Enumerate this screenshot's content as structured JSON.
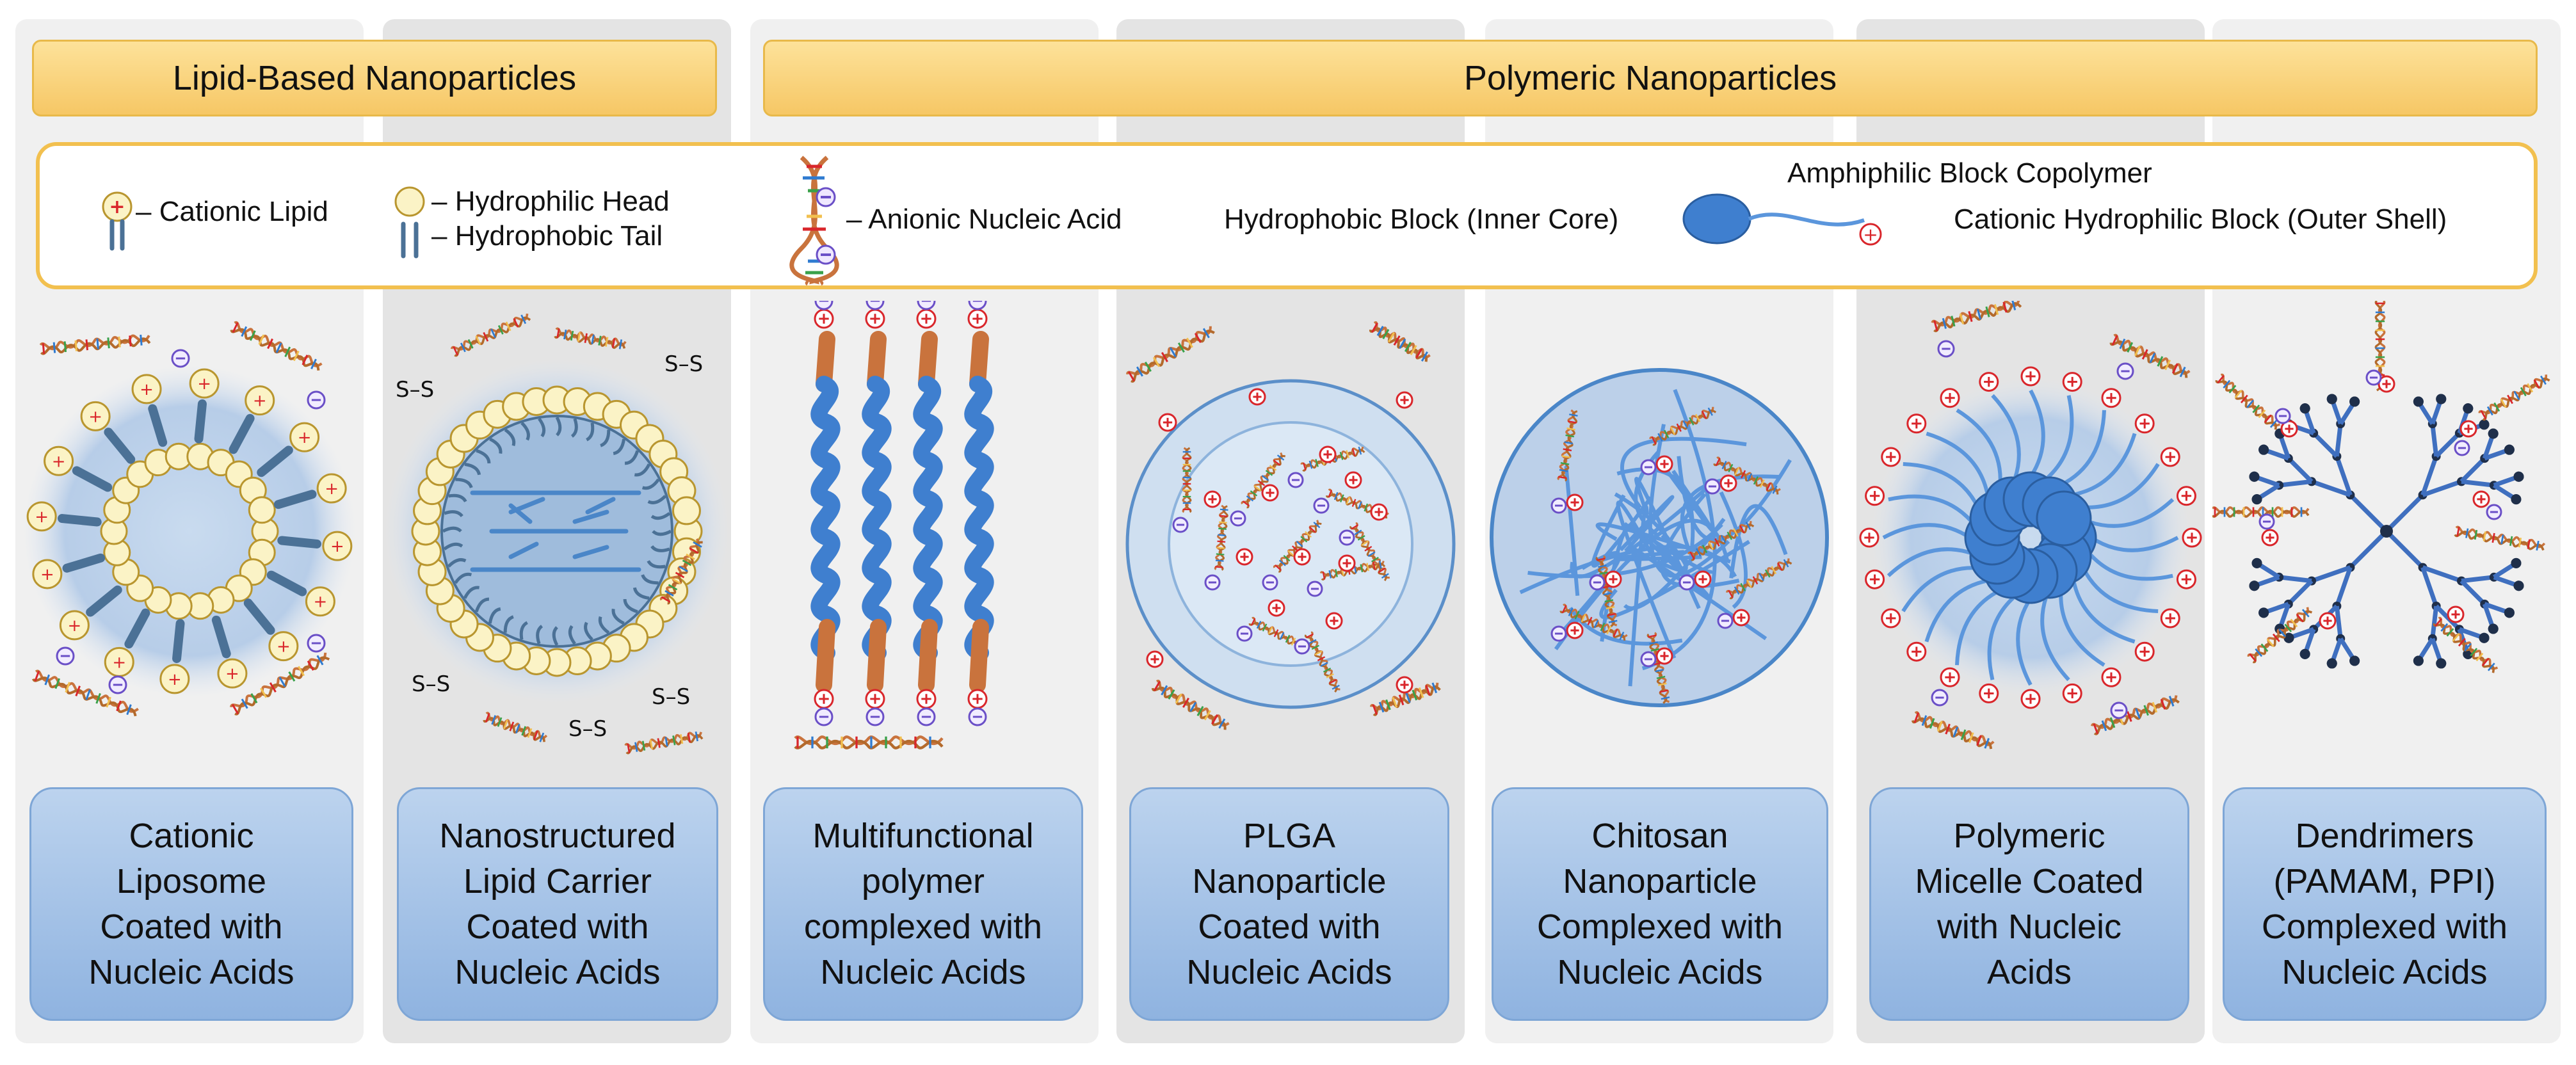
{
  "headers": {
    "lipid": "Lipid-Based Nanoparticles",
    "polymeric": "Polymeric Nanoparticles"
  },
  "legend": {
    "cationic_lipid": "– Cationic Lipid",
    "hydrophilic_head": "– Hydrophilic Head",
    "hydrophobic_tail": "– Hydrophobic Tail",
    "anionic_nucleic_acid": "–  Anionic  Nucleic Acid",
    "amphiphilic_copolymer": "Amphiphilic Block Copolymer",
    "hydrophobic_block": "Hydrophobic Block (Inner Core)",
    "cationic_block": "Cationic Hydrophilic Block (Outer Shell)"
  },
  "labels": {
    "c1": "Cationic\nLiposome\nCoated with\nNucleic Acids",
    "c2": "Nanostructured\nLipid Carrier\nCoated with\nNucleic Acids",
    "c3": "Multifunctional\npolymer\ncomplexed with\nNucleic Acids",
    "c4": "PLGA\nNanoparticle\nCoated with\nNucleic Acids",
    "c5": "Chitosan\nNanoparticle\nComplexed with\nNucleic Acids",
    "c6": "Polymeric\nMicelle Coated\nwith Nucleic\nAcids",
    "c7": "Dendrimers\n(PAMAM, PPI)\nComplexed with\nNucleic Acids"
  },
  "disulfide": "S–S",
  "colors": {
    "header_fill": "#fbd37c",
    "header_border": "#e8b94a",
    "label_fill": "#a9c6ea",
    "polymer_blue": "#3f7fcf",
    "head_yellow": "#fbf3c6",
    "positive_red": "#d9262b",
    "negative_purple": "#6a4fc7",
    "tail_blue": "#4b7196",
    "segment_brown": "#c9733d"
  },
  "icons": [
    "cationic-lipid-icon",
    "hydrophilic-head-icon",
    "hydrophobic-tail-icon",
    "dna-helix-icon",
    "block-copolymer-icon",
    "plus-charge-icon",
    "minus-charge-icon"
  ]
}
